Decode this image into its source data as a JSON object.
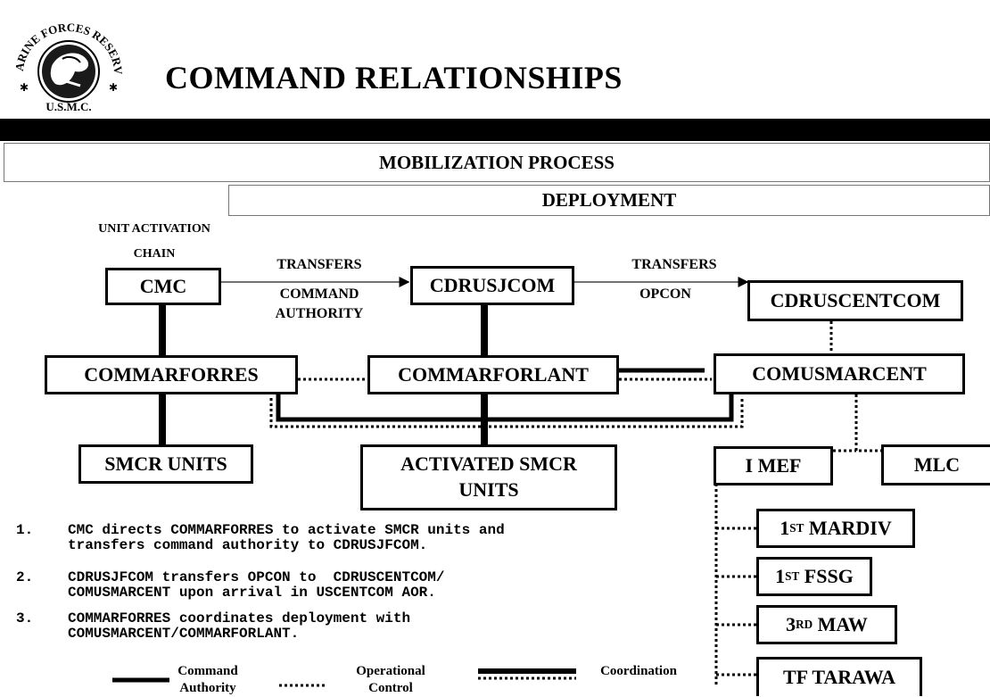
{
  "header": {
    "title": "COMMAND RELATIONSHIPS",
    "seal_text_top": "MARINE FORCES RESERVE",
    "seal_text_bottom": "U.S.M.C."
  },
  "banners": {
    "mobilization": "MOBILIZATION PROCESS",
    "deployment": "DEPLOYMENT"
  },
  "labels": {
    "unit_activation_line1": "UNIT ACTIVATION",
    "unit_activation_line2": "CHAIN",
    "transfers_1": "TRANSFERS",
    "command_authority_line1": "COMMAND",
    "command_authority_line2": "AUTHORITY",
    "transfers_2": "TRANSFERS",
    "opcon": "OPCON"
  },
  "nodes": {
    "cmc": "CMC",
    "cdrusjcom": "CDRUSJCOM",
    "cdruscentcom": "CDRUSCENTCOM",
    "commarforres": "COMMARFORRES",
    "commarforlant": "COMMARFORLANT",
    "comusmarcent": "COMUSMARCENT",
    "smcr_units": "SMCR UNITS",
    "activated_line1": "ACTIVATED SMCR",
    "activated_line2": "UNITS",
    "imef": "I MEF",
    "mlc": "MLC",
    "mardiv_pre": "1",
    "mardiv_sup": "ST",
    "mardiv_post": " MARDIV",
    "fssg_pre": "1",
    "fssg_sup": "ST",
    "fssg_post": " FSSG",
    "maw_pre": "3",
    "maw_sup": "RD",
    "maw_post": " MAW",
    "tf_tarawa": "TF TARAWA"
  },
  "steps": [
    {
      "num": "1.",
      "line1": "CMC directs COMMARFORRES to activate SMCR units and",
      "line2": "transfers command authority to CDRUSJFCOM."
    },
    {
      "num": "2.",
      "line1": "CDRUSJFCOM transfers OPCON to  CDRUSCENTCOM/",
      "line2": "COMUSMARCENT upon arrival in USCENTCOM AOR."
    },
    {
      "num": "3.",
      "line1": "COMMARFORRES coordinates deployment with",
      "line2": "COMUSMARCENT/COMMARFORLANT."
    }
  ],
  "legend": {
    "command_line1": "Command",
    "command_line2": "Authority",
    "operational_line1": "Operational",
    "operational_line2": "Control",
    "coordination": "Coordination"
  }
}
